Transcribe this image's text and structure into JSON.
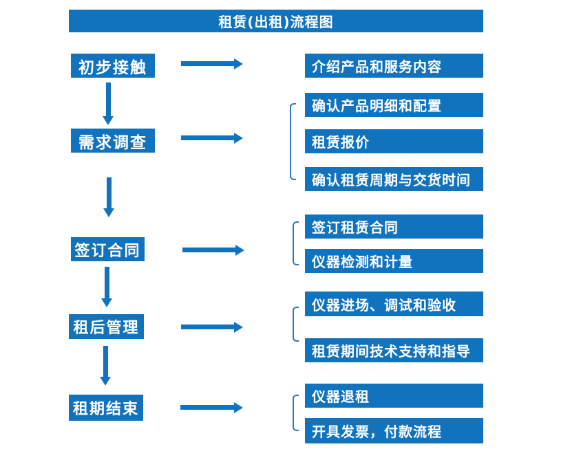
{
  "title": "租赁(出租)流程图",
  "colors": {
    "primary_blue": "#1172BD",
    "bracket_blue": "#2E76B8",
    "text_white": "#FFFFFF",
    "background": "#FFFFFF"
  },
  "steps": [
    {
      "label": "初步接触",
      "details": [
        "介绍产品和服务内容"
      ]
    },
    {
      "label": "需求调查",
      "details": [
        "确认产品明细和配置",
        "租赁报价",
        "确认租赁周期与交货时间"
      ]
    },
    {
      "label": "签订合同",
      "details": [
        "签订租赁合同",
        "仪器检测和计量"
      ]
    },
    {
      "label": "租后管理",
      "details": [
        "仪器进场、调试和验收",
        "租赁期间技术支持和指导"
      ]
    },
    {
      "label": "租期结束",
      "details": [
        "仪器退租",
        "开具发票，付款流程"
      ]
    }
  ]
}
